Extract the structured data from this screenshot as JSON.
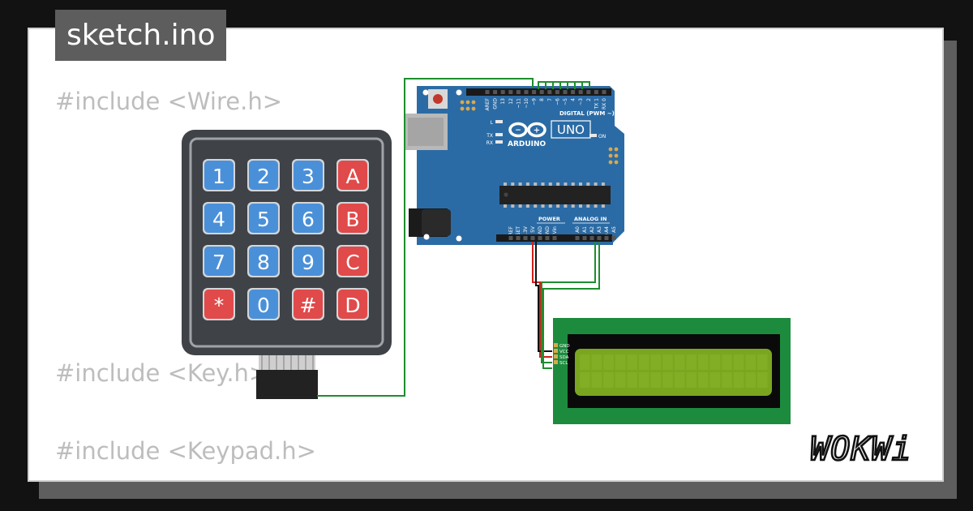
{
  "window": {
    "title": "sketch.ino"
  },
  "code": {
    "lines": [
      "#include <Wire.h>",
      "#include <Key.h>",
      "#include <Keypad.h>"
    ]
  },
  "keypad": {
    "keys": [
      "1",
      "2",
      "3",
      "A",
      "4",
      "5",
      "6",
      "B",
      "7",
      "8",
      "9",
      "C",
      "*",
      "0",
      "#",
      "D"
    ],
    "colors": {
      "numeric": "#4a90d9",
      "function": "#e04a4a",
      "body": "#3f4347"
    }
  },
  "arduino": {
    "model": "UNO",
    "brand": "ARDUINO",
    "digital_header": "DIGITAL (PWM ~)",
    "power_header": "POWER",
    "analog_header": "ANALOG IN",
    "led_labels": {
      "on": "ON",
      "l": "L",
      "tx": "TX",
      "rx": "RX"
    },
    "digital_pins": [
      "AREF",
      "GND",
      "13",
      "12",
      "~11",
      "~10",
      "~9",
      "8",
      "7",
      "~6",
      "~5",
      "4",
      "~3",
      "2",
      "TX 1",
      "RX 0"
    ],
    "power_pins": [
      "IOREF",
      "RESET",
      "3.3V",
      "5V",
      "GND",
      "GND",
      "Vin"
    ],
    "analog_pins": [
      "A0",
      "A1",
      "A2",
      "A3",
      "A4",
      "A5"
    ],
    "colors": {
      "board": "#2b6ba5"
    }
  },
  "lcd": {
    "pins": [
      "GND",
      "VCC",
      "SDA",
      "SCL"
    ],
    "colors": {
      "pcb": "#1d8b3e",
      "screen": "#7aa61f"
    }
  },
  "brand": {
    "logo": "WOKWi"
  }
}
